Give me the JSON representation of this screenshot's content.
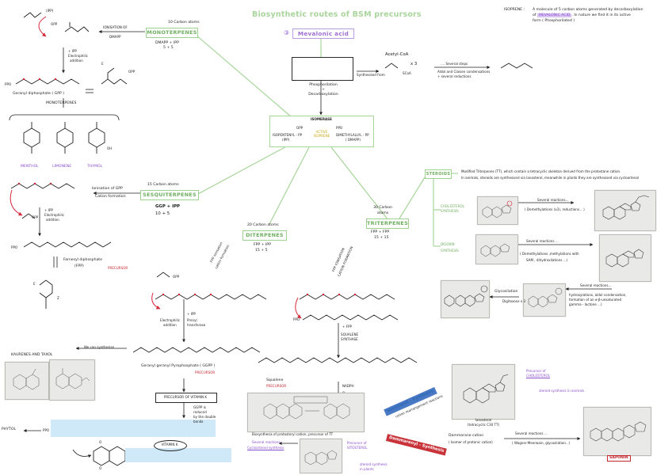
{
  "title": "Biosynthetic routes of BSM precursors",
  "isoprene_note": {
    "label": "ISOPRENE :",
    "line1": "A molecule of 5 carbon atoms generated by decarboxylation",
    "line2_pre": "of",
    "line2_hl": "MEVALONIC ACID",
    "line2_post": ". In nature we find it in its active",
    "line3": "form ( Phosphorilated )"
  },
  "mevalonic": {
    "number": "③",
    "label": "Mevalonic acid",
    "acetyl": "Acetyl-CoA",
    "times3": "x 3",
    "scoa": "SCoA",
    "synth_from": "Synthesised from",
    "several_steps": ".... Several steps",
    "aldol": "Aldol and Claisen condensations",
    "redox": "+ several reductions",
    "phos": "Phosphorilation",
    "plus": "+",
    "decarb": "Decarboxylation"
  },
  "center": {
    "isomerase": "ISOMERASE",
    "ipp_name": "ISOPENTENYL - PP",
    "ipp_abbr": "(IPP)",
    "active": "ACTIVE ISOPRENE",
    "dmapp_name": "DIMETHYLALLYL - PP",
    "dmapp_abbr": "( DMAPP)",
    "opp": "OPP",
    "ppo": "PPO"
  },
  "monoterpenes": {
    "box": "MONOTERPENES",
    "carbons": "10 Carbon atoms",
    "formula": "DMAPP + IPP",
    "sum": "5 + 5",
    "ionisation": "IONISATION OF",
    "ionisation2": "DMAPP",
    "ipp_label": "(IPP)",
    "opp": "OPP",
    "ppo": "PPO",
    "add_ipp": "+ IPP",
    "electrophilic": "Electrophilic",
    "addition": "addition",
    "gpp": "Geranyl diphosphate ( GPP )",
    "subhead": "MONOTERPENES",
    "menthol": "MENTHOL",
    "limonene": "LIMONENE",
    "thymol": "THYMOL",
    "oh": "OH",
    "e": "E"
  },
  "sesqui": {
    "box": "SESQUITERPENES",
    "carbons": "15 Carbon atoms",
    "ionisation": "Ionisation of GPP",
    "cation": "Cation formation",
    "formula": "GGP + IPP",
    "sum": "10 + 5",
    "opp": "OPP",
    "ppo": "PPO",
    "add_ipp": "+ IPP",
    "electrophilic": "Electrophilic",
    "addition": "addition",
    "fpp": "Farnesyl diphosphate",
    "fpp_abbr": "(FPP)",
    "precursor": "PRECURSOR",
    "e": "E",
    "z": "Z"
  },
  "diterpenes": {
    "box": "DITERPENES",
    "carbons": "20 Carbon atoms",
    "formula": "FPP + IPP",
    "sum": "15 + 5",
    "fpp_ion1": "FPP ionisation",
    "fpp_ion2": "cation formation",
    "opp": "OPP",
    "add_ipp": "+ IPP",
    "electrophilic": "Electrophilic",
    "addition": "addition",
    "prenyl": "Prenyl",
    "transferase": "transferase",
    "ggpp": "Geranyl geranyl Pyrophosphate ( GGPP )",
    "precursor": "PRECURSOR",
    "vitk_box": "PRECURSOR OF VITAMIN K",
    "ggpp_note1": "GGPP is",
    "ggpp_note2": "reduced",
    "ggpp_note3": "by the double",
    "ggpp_note4": "bonds",
    "phytol": "PHYTOL",
    "ppo": "PPO",
    "vitk": "VITAMIN K",
    "kaurenes": "KAURENES AND TAXOL",
    "we_can": "We can synthesise",
    "o": "O"
  },
  "triterpenes": {
    "box": "TRITERPENES",
    "carbons1": "30 Carbon",
    "carbons2": "atoms",
    "formula": "FPP + FPP",
    "sum": "15 + 15",
    "fpp_ion1": "FPP IONISATION",
    "fpp_ion2": "CATION FORMATION",
    "ppo": "PPO",
    "add_fpp": "+ FPP",
    "squalene_syn": "SQUALENE",
    "synthase": "SYNTHASE",
    "squalene": "Squalene",
    "precursor": "PRECURSOR",
    "nadph": "NADPH",
    "o2": "O₂",
    "scheme_caption": "Biosynthesis of protosteryl cation, precursor of TT",
    "several": "Several reactions...",
    "cyclo": "Cycloartenol synthesis",
    "sitosterol1": "Precursor of",
    "sitosterol2": "SITOSTEROL",
    "plant": "steroid synthesis",
    "plant2": "in plants",
    "lanosterol_pill": "lanosterol - Synthesis",
    "rearr": "cation rearrangement reactions",
    "dammarenyl_pill": "Dammarenyl - Synthesis",
    "lano_caption1": "lanosterol",
    "lano_caption2": "(tetracyclic C30 TT)",
    "chol1": "Precursor of",
    "chol2": "CHOLESTEROL",
    "animal": "steroid synthesis in animals",
    "dammarane": "Dammarane cation",
    "dammarane2": "( Isomer of protonic cation)",
    "several2": "Several reactions ...",
    "wagner": "( Wagner-Meerwain, glycosilation...)",
    "saponin": "SAPONIN"
  },
  "steroids": {
    "label": "STEROIDS",
    "def1": "Modified Triterpenes (TT), which contain a tetracyclic skeleton derived from the protostane cation.",
    "def2": "In animals, steroids are synthesised via lanosterol, meanwhile in plants they are synthesised via cycloartenol",
    "chol_label": "CHOLESTEROL",
    "chol_label2": "SYNTHESIS",
    "chol_reactions": "Several reactions...",
    "chol_detail": "( Demethylations (x3), reductions... )",
    "digoxin": "DIGOXIN",
    "digoxin2": "SYNTHESIS",
    "dig_reactions": "Several reactions ...",
    "dig_detail1": "( Demethylations ,methylations with",
    "dig_detail2": "SAM , dihydroxilations ...)",
    "gly": "Glycosilation",
    "gly2": "Digitoxose x 3",
    "sr": "Several reactions...",
    "sr_detail1": "hydroxylations, aldol condensation,",
    "sr_detail2": "formation of an α-β-unsaturated",
    "sr_detail3": "gamma - lactone ...)"
  },
  "colors": {
    "green": "#9fd08f",
    "purple": "#8a4fcf",
    "red": "#c6282f",
    "blue": "#4a79c4",
    "highlight_blue": "#cfe9f8"
  }
}
